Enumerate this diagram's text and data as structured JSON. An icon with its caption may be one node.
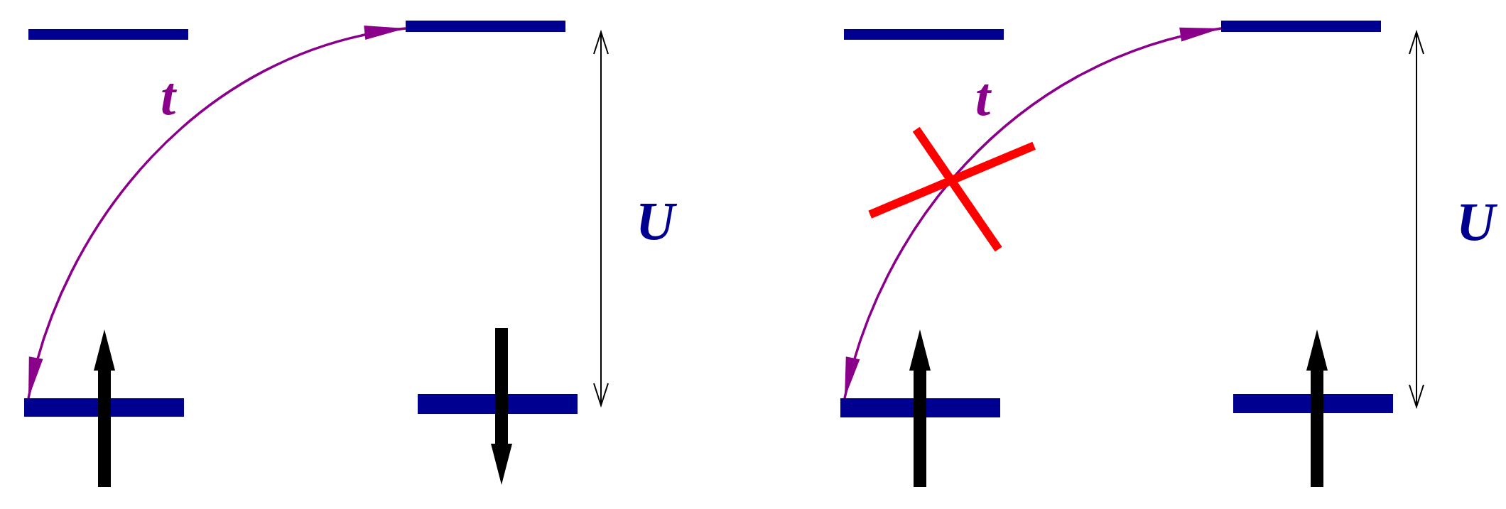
{
  "diagram": {
    "nodes": [
      {
        "text": [],
        "shape": "bar"
      },
      {
        "text": [],
        "shape": "bar"
      },
      {
        "text": [],
        "shape": "bar"
      },
      {
        "text": [],
        "shape": "bar"
      },
      {
        "text": [],
        "shape": "bar"
      },
      {
        "text": [],
        "shape": "bar"
      },
      {
        "text": [],
        "shape": "bar"
      },
      {
        "text": [],
        "shape": "bar"
      }
    ],
    "edges": [
      {
        "from": 2,
        "to": 1,
        "arrow": "both",
        "label": "t"
      },
      {
        "from": 6,
        "to": 5,
        "arrow": "both",
        "label": "t"
      }
    ],
    "labels": [
      "U",
      "U"
    ]
  }
}
